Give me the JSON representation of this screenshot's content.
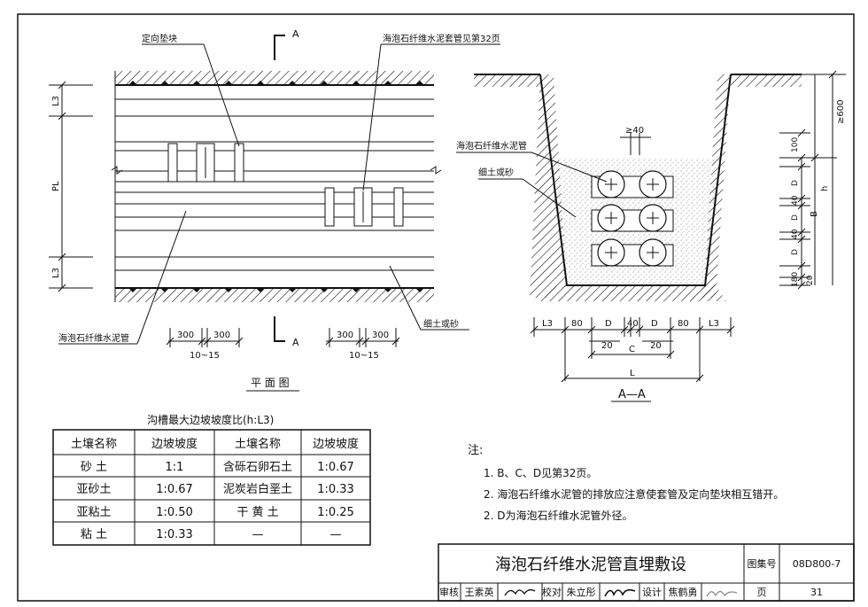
{
  "plan": {
    "title": "平 面 图",
    "label_pad": "定向垫块",
    "label_sleeve": "海泡石纤维水泥套管见第32页",
    "label_pipe": "海泡石纤维水泥管",
    "label_soil": "细土或砂",
    "section_mark": "A",
    "dim_L3": "L3",
    "dim_PL": "PL",
    "dim_300": "300",
    "dim_gap": "10~15"
  },
  "section": {
    "title": "A—A",
    "label_pipe": "海泡石纤维水泥管",
    "label_soil": "细土或砂",
    "dim_ge40": "≥40",
    "dim_ge600": "≥600",
    "dim_100": "100",
    "dim_D": "D",
    "dim_40": "40",
    "dim_B": "B",
    "dim_h": "h",
    "dim_180": "180",
    "dim_20": "20",
    "dim_L3": "L3",
    "dim_80": "80",
    "dim_C": "C",
    "dim_L": "L"
  },
  "table": {
    "caption": "沟槽最大边坡坡度比(h:L3)",
    "headers": [
      "土壤名称",
      "边坡坡度",
      "土壤名称",
      "边坡坡度"
    ],
    "rows": [
      [
        "砂 土",
        "1:1",
        "含砾石卵石土",
        "1:0.67"
      ],
      [
        "亚砂土",
        "1:0.67",
        "泥炭岩白垩土",
        "1:0.33"
      ],
      [
        "亚粘土",
        "1:0.50",
        "干 黄 土",
        "1:0.25"
      ],
      [
        "粘 土",
        "1:0.33",
        "—",
        "—"
      ]
    ]
  },
  "notes": {
    "heading": "注:",
    "items": [
      "1. B、C、D见第32页。",
      "2. 海泡石纤维水泥管的排放应注意使套管及定向垫块相互错开。",
      "2. D为海泡石纤维水泥管外径。"
    ]
  },
  "titleblock": {
    "title": "海泡石纤维水泥管直埋敷设",
    "atlas_label": "图集号",
    "atlas_no": "08D800-7",
    "review_label": "审核",
    "review_name": "王素英",
    "check_label": "校对",
    "check_name": "朱立彤",
    "design_label": "设计",
    "design_name": "焦鹤勇",
    "page_label": "页",
    "page_no": "31"
  }
}
